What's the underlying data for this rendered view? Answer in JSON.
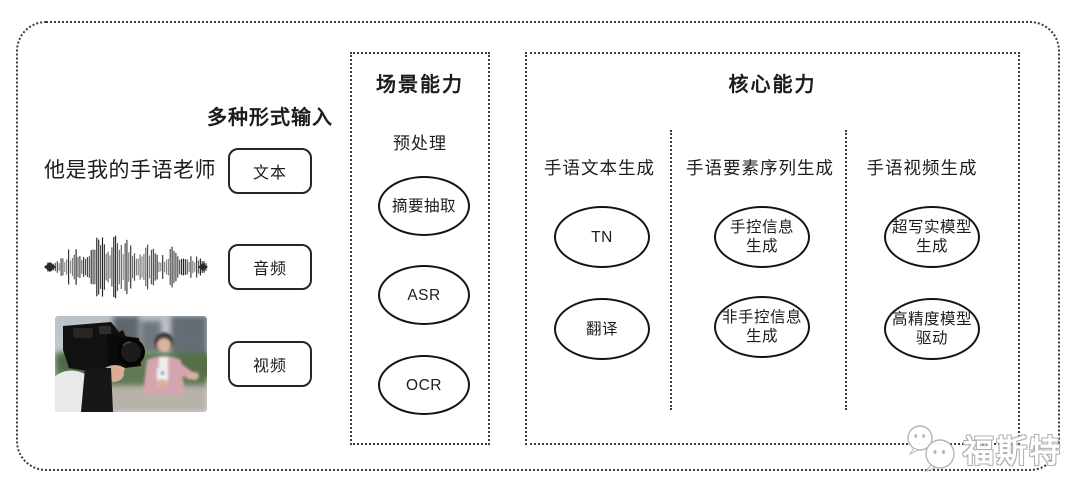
{
  "input_section": {
    "title": "多种形式输入",
    "sample_text": "他是我的手语老师",
    "inputs": [
      "文本",
      "音频",
      "视频"
    ]
  },
  "scene_box": {
    "title": "场景能力",
    "subtitle": "预处理",
    "nodes": [
      "摘要抽取",
      "ASR",
      "OCR"
    ]
  },
  "core_box": {
    "title": "核心能力",
    "columns": [
      {
        "header": "手语文本生成",
        "nodes": [
          "TN",
          "翻译"
        ]
      },
      {
        "header": "手语要素序列生成",
        "nodes": [
          "手控信息\n生成",
          "非手控信息\n生成"
        ]
      },
      {
        "header": "手语视频生成",
        "nodes": [
          "超写实模型\n生成",
          "高精度模型\n驱动"
        ]
      }
    ]
  },
  "watermark": {
    "text": "福斯特"
  }
}
